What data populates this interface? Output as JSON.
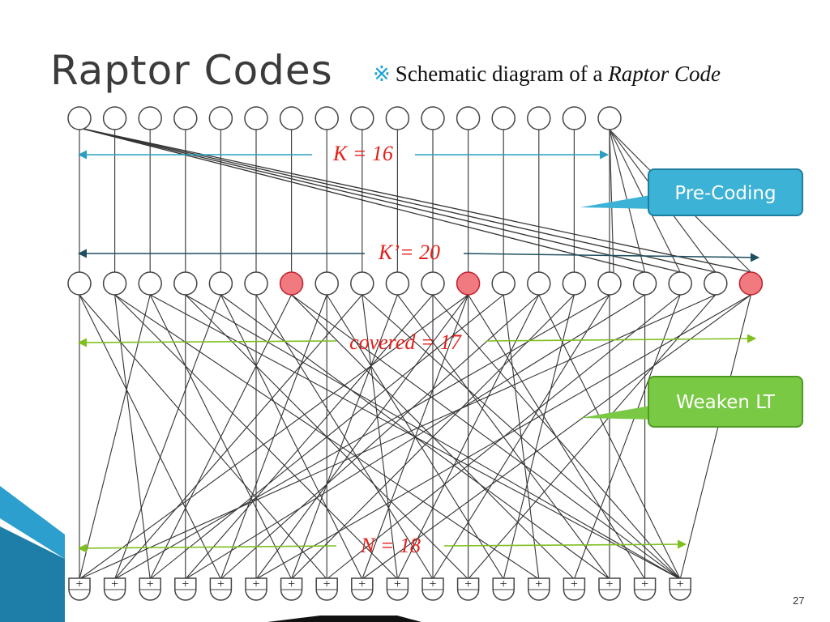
{
  "slide": {
    "title": "Raptor Codes",
    "subtitle": {
      "bullet": "※",
      "prefix": "Schematic diagram of a",
      "emphasis": "Raptor Code"
    },
    "page_number": "27"
  },
  "diagram": {
    "labels": {
      "k": "K = 16",
      "k_prime": "K’= 20",
      "covered": "covered = 17",
      "n": "N = 18"
    },
    "callouts": {
      "pre_coding": "Pre-Coding",
      "weaken_lt": "Weaken LT"
    },
    "output_symbol": "+",
    "colors": {
      "k_arrow": "#2a9fc0",
      "k_prime_arrow": "#1f4e5e",
      "lt_arrows": "#7fbf1f",
      "label_red": "#e0201a",
      "highlight_node": "#f07a80",
      "pre_coding_box": "#3bb2d6",
      "weaken_lt_box": "#79c944"
    },
    "source_node_count": 16,
    "intermediate_node_count": 20,
    "output_node_count": 18,
    "highlighted_intermediate_nodes": [
      6,
      11,
      19
    ]
  }
}
